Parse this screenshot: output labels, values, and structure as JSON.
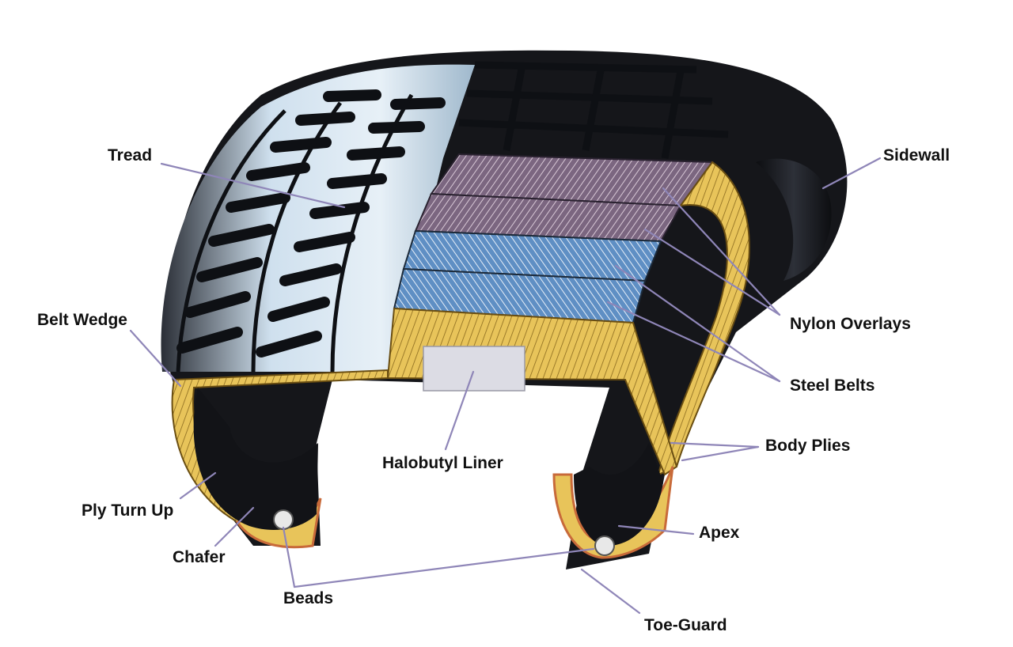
{
  "labels": {
    "tread": "Tread",
    "sidewall": "Sidewall",
    "belt_wedge": "Belt Wedge",
    "nylon_overlays": "Nylon Overlays",
    "steel_belts": "Steel Belts",
    "body_plies": "Body Plies",
    "halobutyl_liner": "Halobutyl Liner",
    "ply_turn_up": "Ply Turn Up",
    "chafer": "Chafer",
    "apex": "Apex",
    "beads": "Beads",
    "toe_guard": "Toe-Guard"
  },
  "colors": {
    "rubber": "#15161a",
    "tread_highlight": "#b9d3e8",
    "nylon": "#7b6680",
    "steel": "#5f8fc4",
    "body_ply": "#e8c45a",
    "liner": "#dcdce4",
    "leader_line": "#8f86b8",
    "bead_wire": "#e8e8e8",
    "chafer_edge": "#c86a3a"
  }
}
